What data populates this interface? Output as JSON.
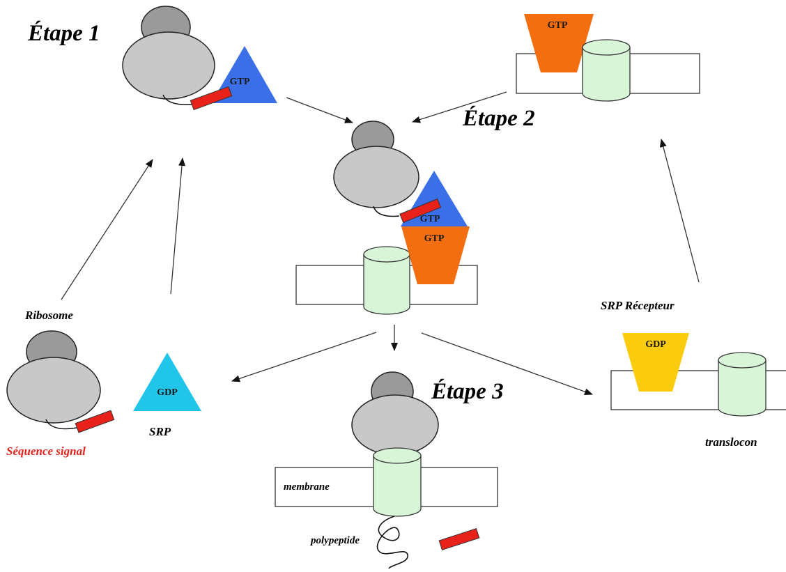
{
  "steps": {
    "step1": "Étape 1",
    "step2": "Étape 2",
    "step3": "Étape 3"
  },
  "labels": {
    "ribosome": "Ribosome",
    "srp": "SRP",
    "signal_sequence": "Séquence signal",
    "srp_receptor": "SRP Récepteur",
    "translocon": "translocon",
    "membrane": "membrane",
    "polypeptide": "polypeptide"
  },
  "nucleotides": {
    "gtp": "GTP",
    "gdp": "GDP"
  },
  "colors": {
    "ribosome_small": "#9a9a9a",
    "ribosome_large": "#c8c8c8",
    "signal_sequence": "#e8221b",
    "srp_gtp": "#3b6fe8",
    "srp_gdp": "#22c5ea",
    "receptor_gtp": "#f26e10",
    "receptor_gdp": "#fbcc0e",
    "translocon": "#d8f5d8",
    "signal_label": "#e8221b"
  }
}
